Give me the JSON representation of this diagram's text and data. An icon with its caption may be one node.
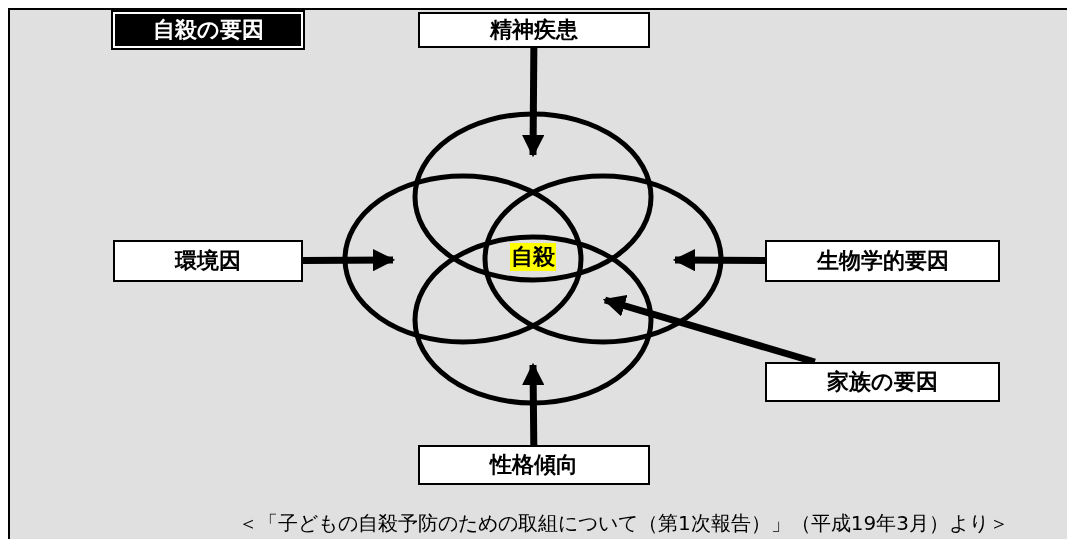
{
  "diagram": {
    "title": "自殺の要因",
    "caption": "＜「子どもの自殺予防のための取組について（第1次報告）」（平成19年3月）より＞",
    "nodes": [
      {
        "text": [
          "精神疾患"
        ]
      },
      {
        "text": [
          "環境因"
        ]
      },
      {
        "text": [
          "自殺"
        ]
      },
      {
        "text": [
          "生物学的要因"
        ]
      },
      {
        "text": [
          "家族の要因"
        ]
      },
      {
        "text": [
          "性格傾向"
        ]
      }
    ],
    "edges": [
      {
        "from": 0,
        "to": null,
        "arrow": "to"
      },
      {
        "from": 1,
        "to": null,
        "arrow": "to"
      },
      {
        "from": 3,
        "to": null,
        "arrow": "to"
      },
      {
        "from": 4,
        "to": null,
        "arrow": "to"
      },
      {
        "from": 5,
        "to": null,
        "arrow": "to"
      }
    ]
  }
}
